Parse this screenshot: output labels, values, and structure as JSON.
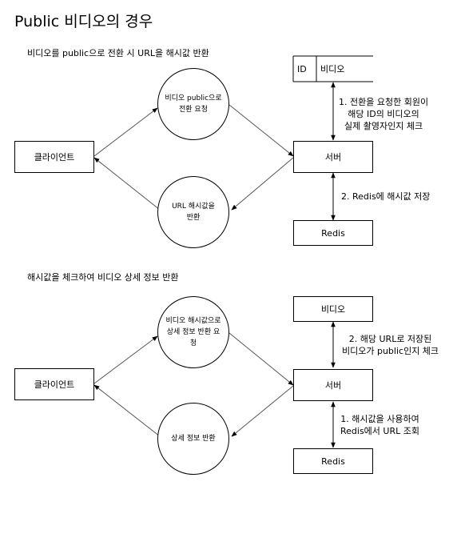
{
  "title": "Public 비디오의 경우",
  "section1": {
    "caption": "비디오를 public으로 전환 시 URL을 해시값 반환",
    "client": "클라이언트",
    "request_circle": [
      "비디오 public으로",
      "전환 요청"
    ],
    "response_circle": [
      "URL 해시값을",
      "반환"
    ],
    "server": "서버",
    "redis": "Redis",
    "table_id": "ID",
    "table_video": "비디오",
    "edge_check": [
      "1. 전환을 요청한 회원이",
      "해당 ID의 비디오의",
      "실제 촬영자인지 체크"
    ],
    "edge_store": "2. Redis에 해시값 저장"
  },
  "section2": {
    "caption": "해시값을 체크하여 비디오 상세 정보 반환",
    "client": "클라이언트",
    "request_circle": [
      "비디오 해시값으로",
      "상세 정보 반환 요",
      "청"
    ],
    "response_circle": [
      "상세 정보 반환"
    ],
    "server": "서버",
    "redis": "Redis",
    "video": "비디오",
    "edge_check": [
      "2. 해당 URL로 저장된",
      "비디오가 public인지 체크"
    ],
    "edge_lookup": [
      "1. 해시값을 사용하여",
      "Redis에서 URL 조회"
    ]
  }
}
